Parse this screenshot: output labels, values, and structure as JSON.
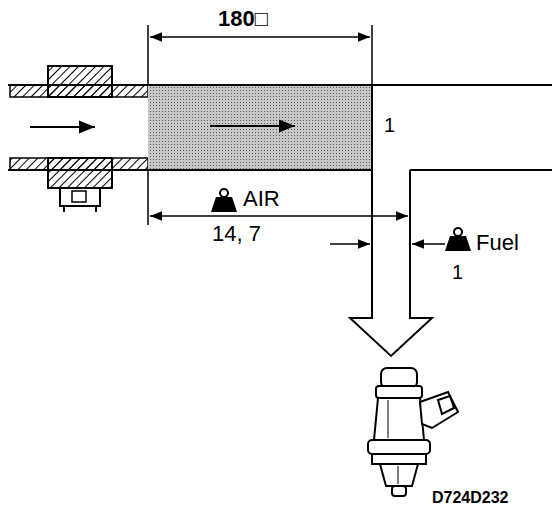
{
  "diagram": {
    "labels": [
      "180□",
      "1",
      "AIR",
      "14, 7",
      "Fuel",
      "1",
      "D724D232"
    ]
  }
}
